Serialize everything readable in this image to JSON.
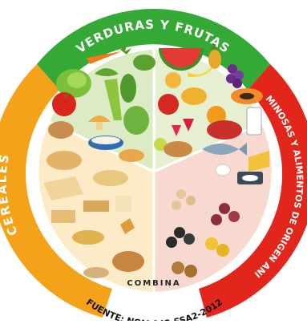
{
  "plate": {
    "top_label": "VERDURAS Y FRUTAS",
    "left_label": "CEREALES",
    "right_label": "LEGUMINOSAS Y ALIMENTOS DE ORIGEN ANIMAL",
    "center_label": "COMBINA",
    "source_label": "FUENTE: NOM 043-SSA2-2012"
  },
  "colors": {
    "green_band": "#34a935",
    "orange_band": "#f5a21b",
    "red_band": "#e3261c",
    "veg_bg": "#dcebc4",
    "fruit_bg": "#e6f0d0",
    "cereal_bg": "#fcebc6",
    "protein_bg": "#f8d9cf"
  },
  "food_icons": {
    "vegetables": [
      "carrot-icon",
      "pumpkin-icon",
      "lettuce-icon",
      "tomato-icon",
      "celery-icon",
      "chayote-icon",
      "mushroom-icon"
    ],
    "fruits": [
      "watermelon-icon",
      "pineapple-icon",
      "banana-icon",
      "grapes-icon",
      "papaya-icon",
      "apple-icon",
      "strawberry-icon",
      "orange-icon",
      "mango-icon"
    ],
    "cereals": [
      "potato-icon",
      "rice-bowl-icon",
      "bread-roll-icon",
      "sliced-bread-icon",
      "tortilla-icon",
      "crackers-icon",
      "pasta-icon",
      "cereal-box-icon"
    ],
    "proteins": [
      "meat-icon",
      "milk-icon",
      "fish-icon",
      "cheese-icon",
      "chicken-icon",
      "egg-icon",
      "can-icon",
      "beans-icon",
      "chickpea-icon",
      "lentils-icon"
    ]
  }
}
